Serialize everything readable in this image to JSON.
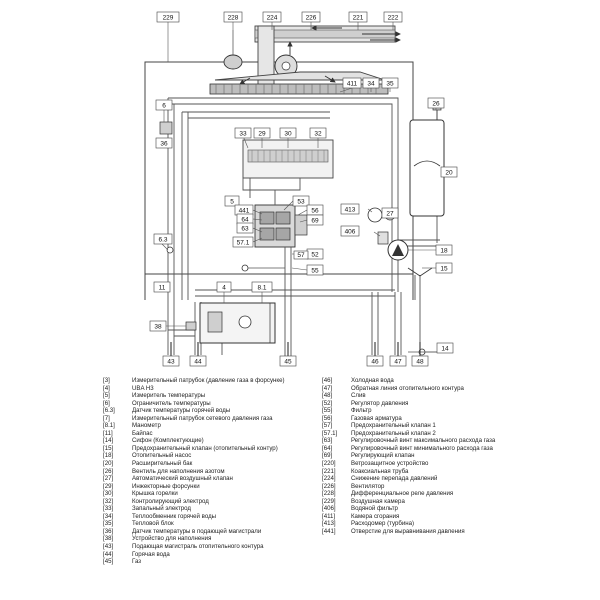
{
  "callouts": {
    "c229": "229",
    "c228": "228",
    "c224": "224",
    "c226": "226",
    "c221": "221",
    "c222": "222",
    "c411": "411",
    "c34": "34",
    "c35": "35",
    "c26": "26",
    "c20": "20",
    "c18": "18",
    "c15": "15",
    "c14": "14",
    "c6": "6",
    "c36": "36",
    "c6_3": "6.3",
    "c11": "11",
    "c38": "38",
    "c33": "33",
    "c29": "29",
    "c30": "30",
    "c32": "32",
    "c5": "5",
    "c53": "53",
    "c56": "56",
    "c441": "441",
    "c64": "64",
    "c63": "63",
    "c69": "69",
    "c57_1": "57.1",
    "c52": "52",
    "c57": "57",
    "c55": "55",
    "c413": "413",
    "c27": "27",
    "c406": "406",
    "c4": "4",
    "c8_1": "8.1",
    "c43": "43",
    "c44": "44",
    "c45": "45",
    "c46": "46",
    "c47": "47",
    "c48": "48"
  },
  "legend": {
    "left": [
      {
        "code": "[3]",
        "text": "Измерительный патрубок (давление газа в форсунке)"
      },
      {
        "code": "[4]",
        "text": "UBA H3"
      },
      {
        "code": "[5]",
        "text": "Измеритель температуры"
      },
      {
        "code": "[6]",
        "text": "Ограничитель температуры"
      },
      {
        "code": "[6.3]",
        "text": "Датчик температуры горячей воды"
      },
      {
        "code": "[7]",
        "text": "Измерительный патрубок сетевого давления газа"
      },
      {
        "code": "[8.1]",
        "text": "Манометр"
      },
      {
        "code": "[11]",
        "text": "Байпас"
      },
      {
        "code": "[14]",
        "text": "Сифон (Комплектующие)"
      },
      {
        "code": "[15]",
        "text": "Предохранительный клапан (отопительный контур)"
      },
      {
        "code": "[18]",
        "text": "Отопительный насос"
      },
      {
        "code": "[20]",
        "text": "Расширительный бак"
      },
      {
        "code": "[26]",
        "text": "Вентиль для наполнения азотом"
      },
      {
        "code": "[27]",
        "text": "Автоматический воздушный клапан"
      },
      {
        "code": "[29]",
        "text": "Инжекторные форсунки"
      },
      {
        "code": "[30]",
        "text": "Крышка горелки"
      },
      {
        "code": "[32]",
        "text": "Контролирующий электрод"
      },
      {
        "code": "[33]",
        "text": "Запальный электрод"
      },
      {
        "code": "[34]",
        "text": "Теплообменник горячей воды"
      },
      {
        "code": "[35]",
        "text": "Тепловой блок"
      },
      {
        "code": "[36]",
        "text": "Датчик температуры в подающей магистрали"
      },
      {
        "code": "[38]",
        "text": "Устройство для наполнения"
      },
      {
        "code": "[43]",
        "text": "Подающая магистраль отопительного контура"
      },
      {
        "code": "[44]",
        "text": "Горячая вода"
      },
      {
        "code": "[45]",
        "text": "Газ"
      }
    ],
    "right": [
      {
        "code": "[46]",
        "text": "Холодная вода"
      },
      {
        "code": "[47]",
        "text": "Обратная линия отопительного контура"
      },
      {
        "code": "[48]",
        "text": "Слив"
      },
      {
        "code": "[52]",
        "text": "Регулятор давления"
      },
      {
        "code": "[55]",
        "text": "Фильтр"
      },
      {
        "code": "[56]",
        "text": "Газовая арматура"
      },
      {
        "code": "[57]",
        "text": "Предохранительный клапан 1"
      },
      {
        "code": "[57.1]",
        "text": "Предохранительный клапан 2"
      },
      {
        "code": "[63]",
        "text": "Регулировочный винт максимального расхода газа"
      },
      {
        "code": "[64]",
        "text": "Регулировочный винт минимального расхода газа"
      },
      {
        "code": "[69]",
        "text": "Регулирующий клапан"
      },
      {
        "code": "[220]",
        "text": "Ветрозащитное устройство"
      },
      {
        "code": "[221]",
        "text": "Коаксиальная труба"
      },
      {
        "code": "[224]",
        "text": "Снижение перепада давлений"
      },
      {
        "code": "[226]",
        "text": "Вентилятор"
      },
      {
        "code": "[228]",
        "text": "Дифференциальное реле давления"
      },
      {
        "code": "[229]",
        "text": "Воздушная камера"
      },
      {
        "code": "[406]",
        "text": "Водяной фильтр"
      },
      {
        "code": "[411]",
        "text": "Камера сгорания"
      },
      {
        "code": "[413]",
        "text": "Расходомер (турбина)"
      },
      {
        "code": "[441]",
        "text": "Отверстие для выравнивания давления"
      }
    ]
  }
}
